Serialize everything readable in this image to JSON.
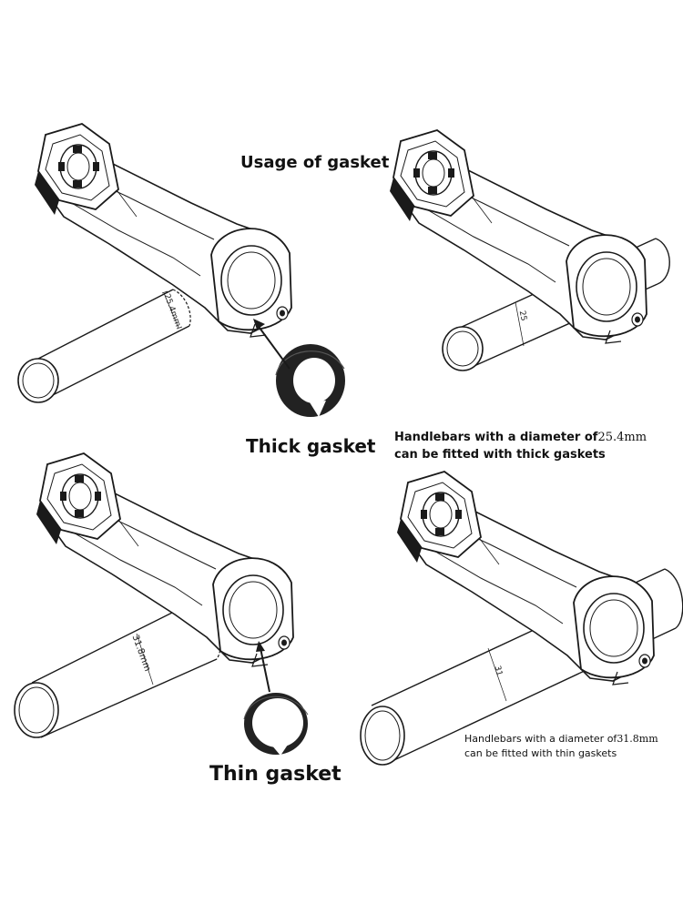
{
  "title": "Usage of gasket",
  "labels": {
    "thick_gasket": "Thick gasket",
    "thin_gasket": "Thin gasket"
  },
  "descriptions": {
    "thick": {
      "line1_text": "Handlebars with a diameter of",
      "line1_value": "25.4mm",
      "line2": "can be fitted with thick gaskets"
    },
    "thin": {
      "line1_text": "Handlebars with a diameter of",
      "line1_value": "31.8mm",
      "line2": "can be fitted with thin gaskets"
    }
  },
  "dimensions": {
    "tl": "25.4mm",
    "tr": "25",
    "bl": "31.8mm",
    "br": "31"
  },
  "colors": {
    "line": "#1a1a1a",
    "gasket": "#222222"
  }
}
